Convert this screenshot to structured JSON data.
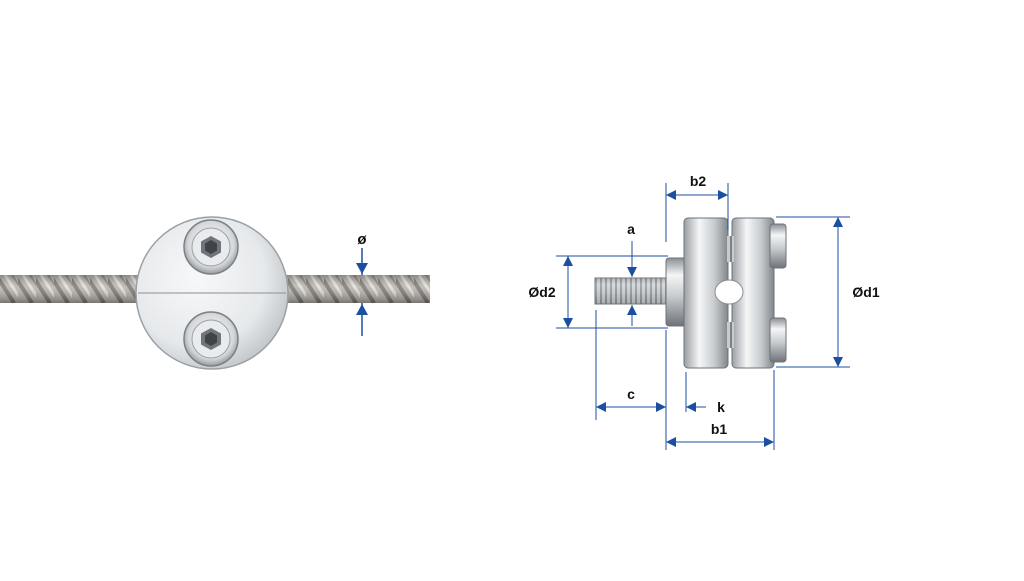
{
  "colors": {
    "dimension": "#1d4fa0",
    "steel_light": "#eef0f1",
    "steel_mid": "#b9bec2",
    "steel_dark": "#6f757a",
    "background": "#ffffff"
  },
  "icons": {
    "front_view": "round-wire-rope-clamp-front-view",
    "side_view": "round-wire-rope-clamp-side-view",
    "arrow": "dimension-arrow-icon"
  },
  "front_view": {
    "diameter_label": "ø"
  },
  "side_view": {
    "labels": {
      "b2": "b2",
      "a": "a",
      "d2": "Ød2",
      "d1": "Ød1",
      "c": "c",
      "k": "k",
      "b1": "b1"
    }
  }
}
